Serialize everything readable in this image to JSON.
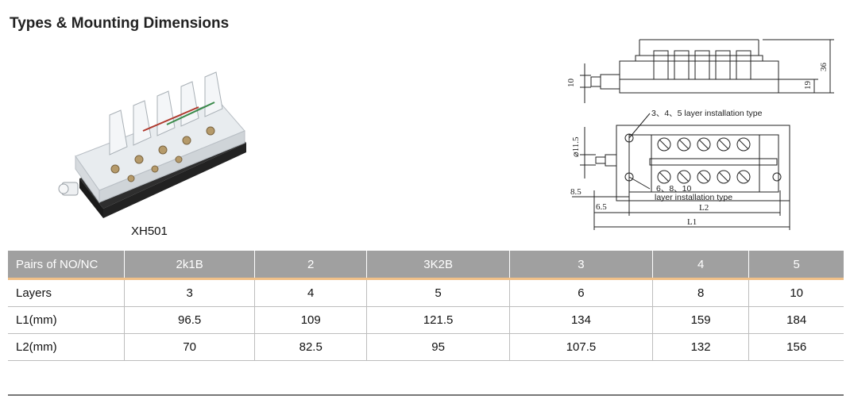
{
  "page": {
    "title": "Types & Mounting Dimensions"
  },
  "product": {
    "label": "XH501"
  },
  "drawing": {
    "dims": {
      "d10": "10",
      "d19": "19",
      "d36": "36",
      "d11_5": "⌀11.5",
      "d8_5": "8.5",
      "d6_5": "6.5",
      "l2": "L2",
      "l1": "L1"
    },
    "notes": {
      "top": "3、4、5 layer installation type",
      "bottom_line1": "6、8、10",
      "bottom_line2": "layer installation type"
    }
  },
  "table": {
    "header": [
      "Pairs of NO/NC",
      "2k1B",
      "2",
      "3K2B",
      "3",
      "4",
      "5"
    ],
    "rows": [
      [
        "Layers",
        "3",
        "4",
        "5",
        "6",
        "8",
        "10"
      ],
      [
        "L1(mm)",
        "96.5",
        "109",
        "121.5",
        "134",
        "159",
        "184"
      ],
      [
        "L2(mm)",
        "70",
        "82.5",
        "95",
        "107.5",
        "132",
        "156"
      ]
    ]
  }
}
